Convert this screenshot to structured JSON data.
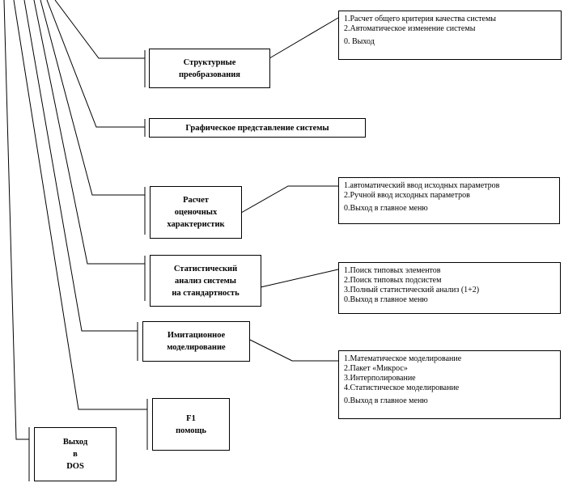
{
  "main_items": [
    {
      "id": "structural",
      "lines": [
        "Структурные",
        "преобразования"
      ]
    },
    {
      "id": "graphic",
      "lines": [
        "Графическое представление системы"
      ]
    },
    {
      "id": "calc",
      "lines": [
        "Расчет",
        "оценочных",
        "характеристик"
      ]
    },
    {
      "id": "stat",
      "lines": [
        "Статистический",
        "анализ системы",
        "на стандартность"
      ]
    },
    {
      "id": "sim",
      "lines": [
        "Имитационное",
        "моделирование"
      ]
    },
    {
      "id": "help",
      "lines": [
        "F1",
        "помощь"
      ]
    },
    {
      "id": "exit",
      "lines": [
        "Выход",
        "в",
        "DOS"
      ]
    }
  ],
  "submenus": {
    "structural": [
      "1.Расчет общего критерия качества системы",
      "2.Автоматическое изменение системы",
      "0. Выход"
    ],
    "calc": [
      "1.автоматический ввод исходных параметров",
      "2.Ручной ввод исходных параметров",
      "0.Выход в главное меню"
    ],
    "stat": [
      "1.Поиск типовых элементов",
      "2.Поиск типовых подсистем",
      "3.Полный статистический анализ (1+2)",
      "0.Выход в главное меню"
    ],
    "sim": [
      "1.Математическое моделирование",
      "2.Пакет «Микрос»",
      "3.Интерполирование",
      "4.Статистическое моделирование",
      "0.Выход в главное меню"
    ]
  }
}
